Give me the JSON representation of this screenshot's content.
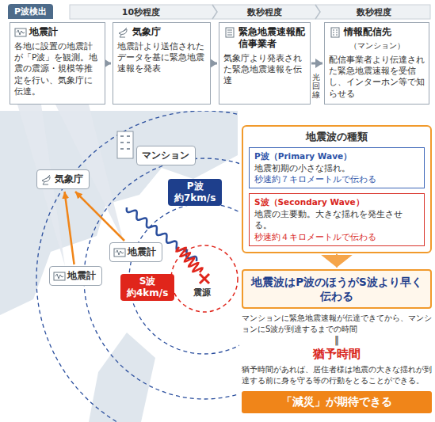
{
  "diagram": {
    "nodes": [
      {
        "text": [
          "地震計",
          "各地に設置の地震計が「P波」を観測。地震の震源・規模等推定を行い、気象庁に伝達。"
        ]
      },
      {
        "text": [
          "気象庁",
          "地震計より送信されたデータを基に緊急地震速報を発表"
        ]
      },
      {
        "text": [
          "緊急地震速報配信事業者",
          "気象庁より発表された緊急地震速報を伝達"
        ]
      },
      {
        "text": [
          "情報配信先",
          "（マンション）",
          "配信事業者より伝達された緊急地震速報を受信し、インターホン等で知らせる"
        ]
      },
      {
        "text": [
          "気象庁"
        ]
      },
      {
        "text": [
          "マンション"
        ]
      },
      {
        "text": [
          "地震計"
        ]
      },
      {
        "text": [
          "地震計"
        ]
      },
      {
        "text": [
          "P波",
          "約7km/s"
        ]
      },
      {
        "text": [
          "S波",
          "約4km/s"
        ]
      },
      {
        "text": [
          "地震波の種類"
        ]
      },
      {
        "text": [
          "P波（Primary Wave）",
          "地震初期の小さな揺れ。",
          "秒速約７キロメートルで伝わる"
        ],
        "in": 10
      },
      {
        "text": [
          "S波（Secondary Wave）",
          "地震の主要動。大きな揺れを発生させる。",
          "秒速約４キロメートルで伝わる"
        ],
        "in": 10
      },
      {
        "text": [
          "地震波はP波のほうがS波より早く伝わる"
        ]
      },
      {
        "text": [
          "「減災」が期待できる"
        ]
      }
    ],
    "edges": [
      {
        "from": 0,
        "to": 1,
        "arrow": "to"
      },
      {
        "from": 1,
        "to": 2,
        "arrow": "to"
      },
      {
        "from": 2,
        "to": 3,
        "arrow": "to"
      },
      {
        "from": 6,
        "to": 4,
        "arrow": "to"
      },
      {
        "from": 7,
        "to": 4,
        "arrow": "to"
      },
      {
        "from": 10,
        "to": 13,
        "arrow": "to"
      }
    ],
    "labels": [
      "P波検出",
      "10秒程度",
      "数秒程度",
      "数秒程度",
      "光回線",
      "震源",
      "マンションに緊急地震速報が伝達できてから、マンションにS波が到達するまでの時間",
      "‖",
      "猶予時間",
      "猶予時間があれば、居住者様は地震の大きな揺れが到達する前に身を守る等の行動をとることができる。"
    ]
  }
}
